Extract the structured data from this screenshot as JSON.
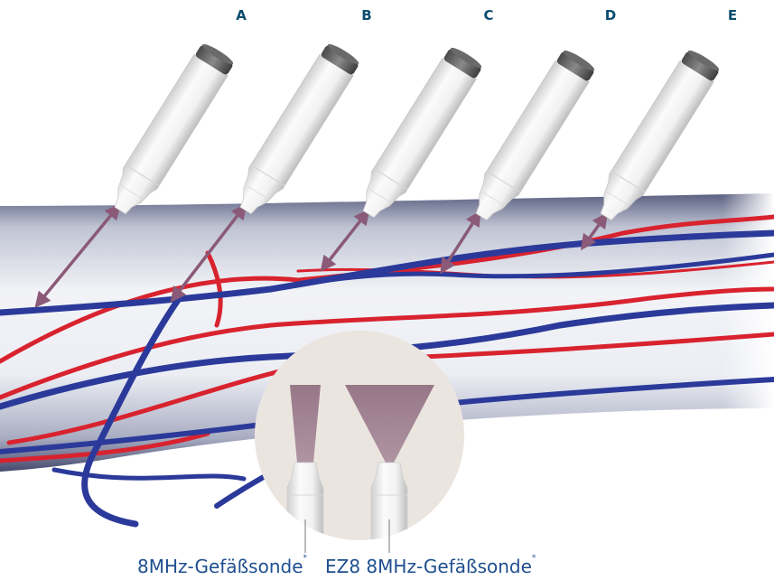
{
  "probes": {
    "labels": [
      "A",
      "B",
      "C",
      "D",
      "E"
    ]
  },
  "captions": {
    "left": "8MHz-Gefäßsonde",
    "right": "EZ8 8MHz-Gefäßsonde",
    "footnote_mark": "*"
  },
  "colors": {
    "vein": "#2b3a9a",
    "artery": "#d8232f",
    "arrow": "#8a5a78",
    "label": "#0b4d6e",
    "caption": "#1e4f8f",
    "inset_bg": "#ebe5df",
    "beam": "#8f6c7f"
  }
}
